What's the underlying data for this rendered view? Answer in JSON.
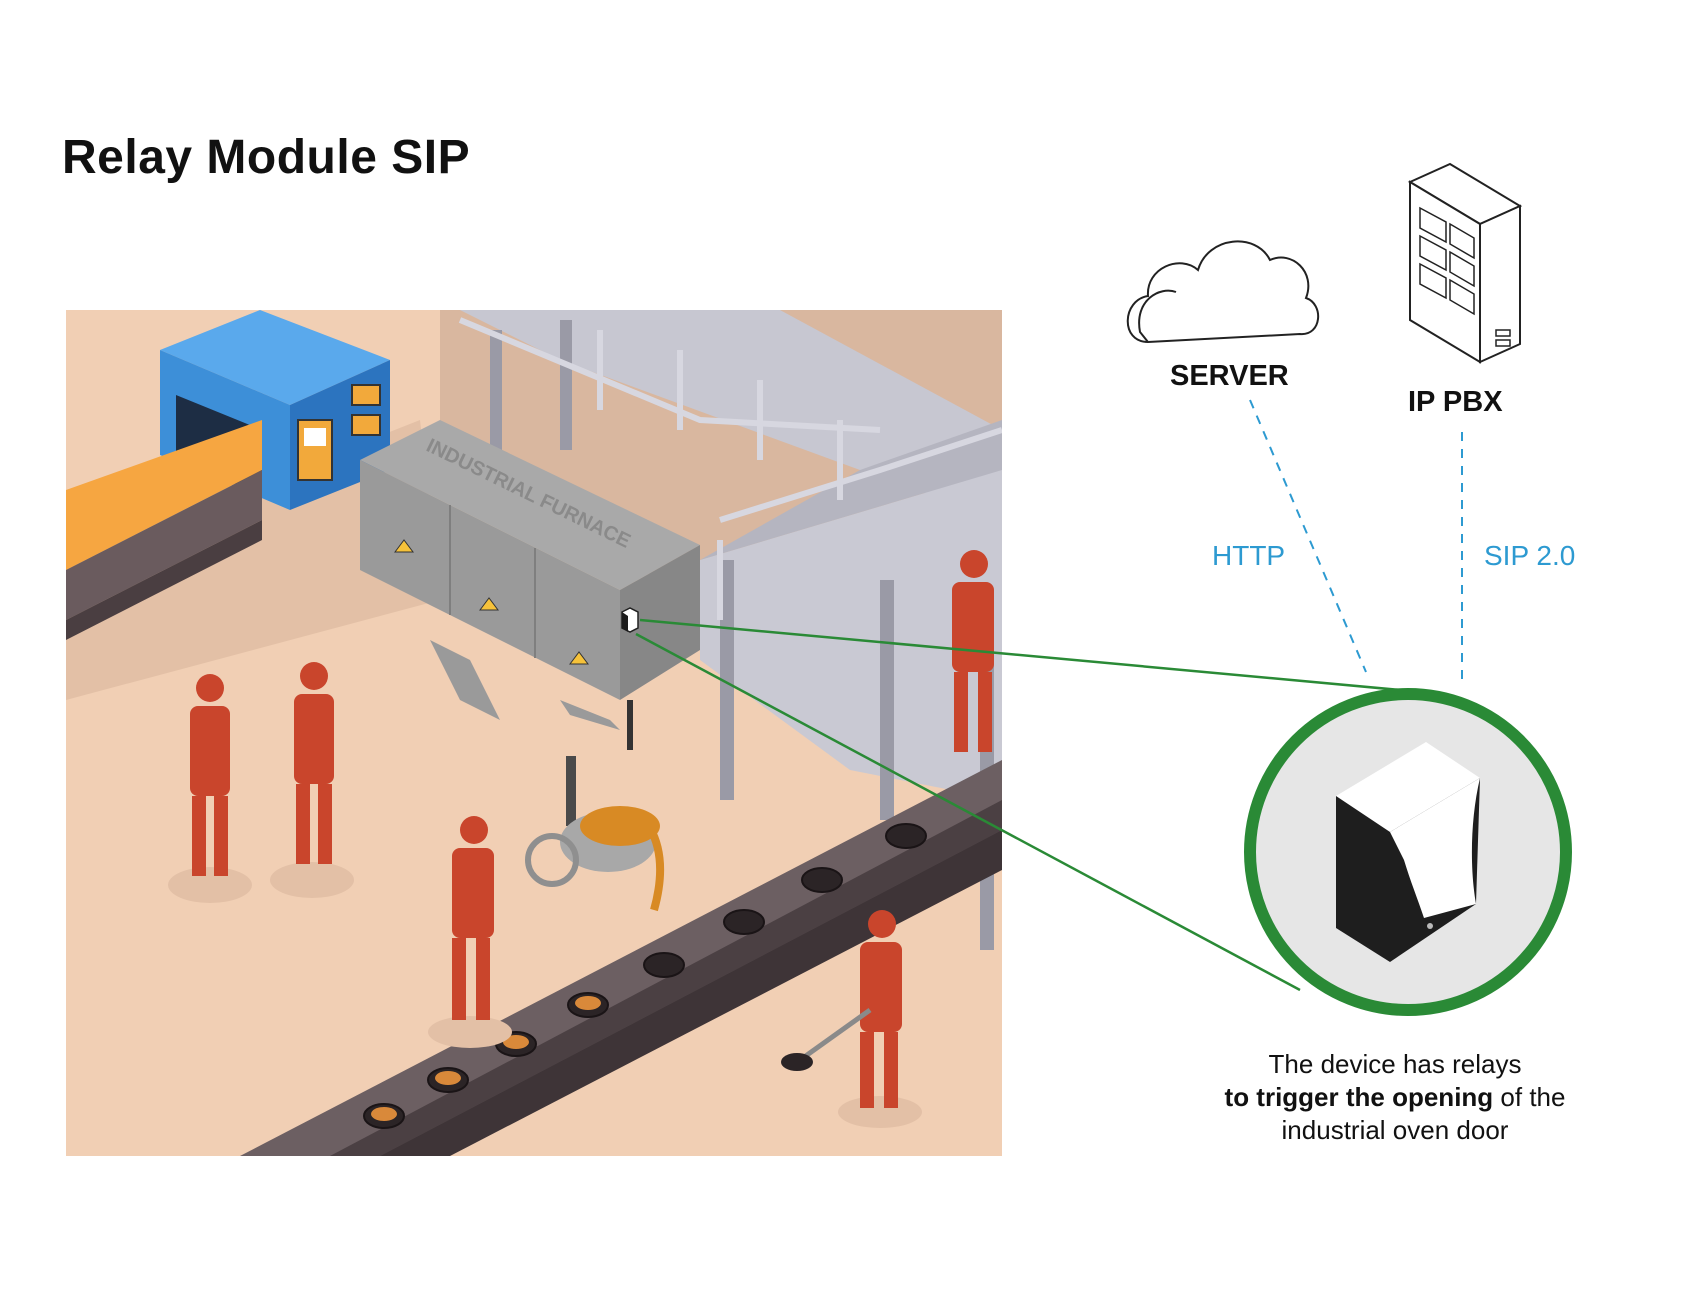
{
  "title": "Relay Module SIP",
  "nodes": {
    "server": {
      "label": "SERVER"
    },
    "pbx": {
      "label": "IP PBX"
    }
  },
  "links": {
    "server_link": "HTTP",
    "pbx_link": "SIP 2.0"
  },
  "scene": {
    "furnace_label": "INDUSTRIAL FURNACE"
  },
  "caption": {
    "line1": "The device has relays",
    "line2_bold": "to trigger the opening",
    "line2_rest": " of the",
    "line3": "industrial oven door"
  },
  "colors": {
    "accent_green": "#2a8a36",
    "link_blue": "#2d9ad1",
    "floor": "#f1cfb4",
    "worker": "#c9452c"
  }
}
